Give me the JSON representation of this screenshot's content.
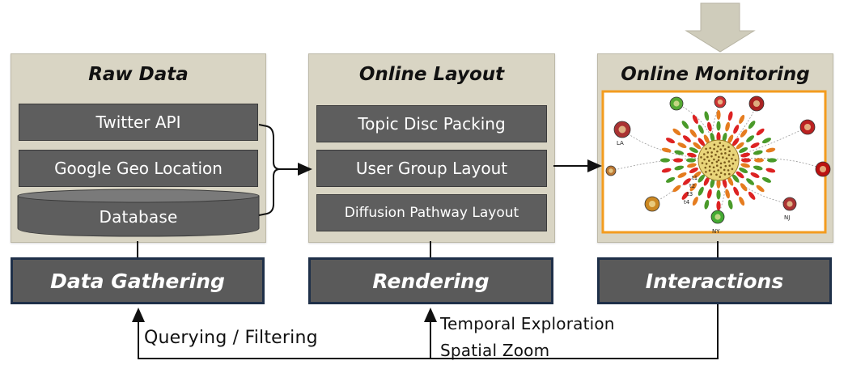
{
  "panels": {
    "raw_data": {
      "title": "Raw Data",
      "items": [
        "Twitter API",
        "Google Geo Location"
      ],
      "database": "Database"
    },
    "online_layout": {
      "title": "Online Layout",
      "items": [
        "Topic Disc Packing",
        "User Group Layout",
        "Diffusion Pathway Layout"
      ]
    },
    "online_monitoring": {
      "title": "Online Monitoring",
      "viz_labels": [
        "LA",
        "NY",
        "NJ",
        "t1",
        "t2",
        "t3",
        "t4"
      ]
    }
  },
  "stages": [
    "Data Gathering",
    "Rendering",
    "Interactions"
  ],
  "feedback": {
    "querying": "Querying / Filtering",
    "temporal": "Temporal Exploration",
    "spatial": "Spatial Zoom"
  },
  "colors": {
    "panel_bg": "#d9d5c4",
    "box_bg": "#5e5e5e",
    "stage_border": "#1f3049",
    "highlight": "#f39c1f"
  }
}
